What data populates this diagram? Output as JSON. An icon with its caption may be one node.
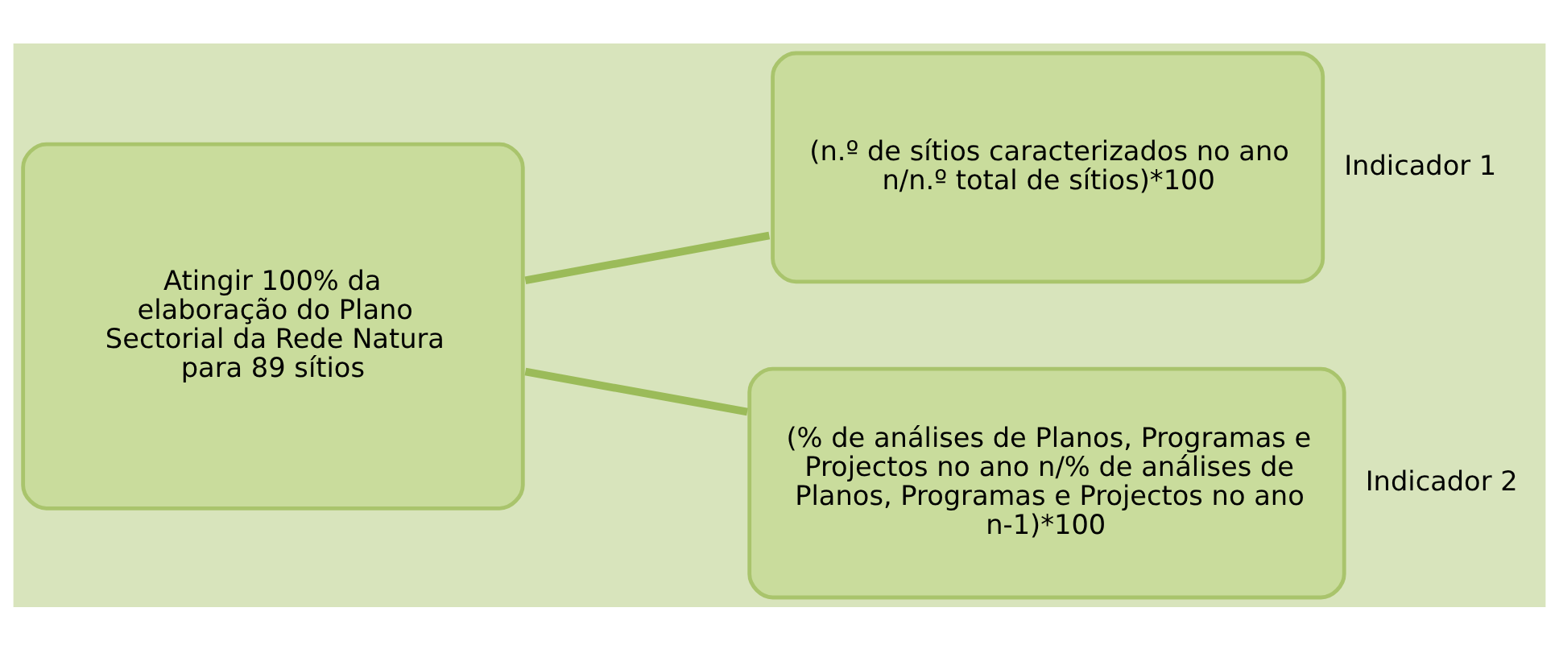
{
  "diagram": {
    "nodes": [
      {
        "text": [
          "Atingir 100% da elaboração do Plano Sectorial da Rede Natura para 89 sítios"
        ]
      },
      {
        "text": [
          "(n.º de sítios caracterizados no ano n/n.º total de sítios)*100"
        ],
        "beside": [
          "Indicador 1"
        ]
      },
      {
        "text": [
          "(% de análises de Planos, Programas e Projectos no ano n/% de análises de Planos, Programas e Projectos no ano n-1)*100"
        ],
        "beside": [
          "Indicador 2"
        ]
      }
    ],
    "edges": [
      {
        "from": 0,
        "to": 1,
        "arrow": "none"
      },
      {
        "from": 0,
        "to": 2,
        "arrow": "none"
      }
    ]
  }
}
